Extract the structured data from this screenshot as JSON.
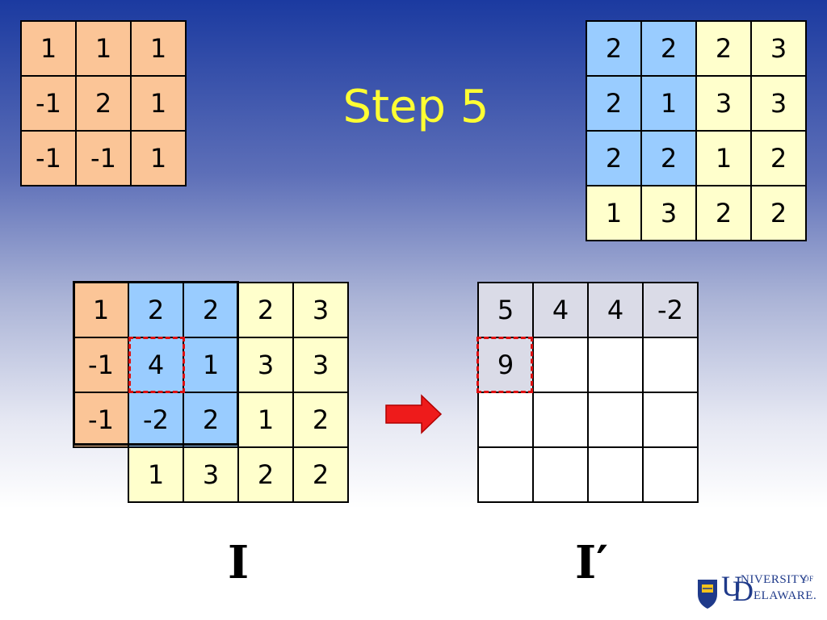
{
  "title": "Step 5",
  "kernel": [
    [
      "1",
      "1",
      "1"
    ],
    [
      "-1",
      "2",
      "1"
    ],
    [
      "-1",
      "-1",
      "1"
    ]
  ],
  "image_grid": [
    [
      "2",
      "2",
      "2",
      "3"
    ],
    [
      "2",
      "1",
      "3",
      "3"
    ],
    [
      "2",
      "2",
      "1",
      "2"
    ],
    [
      "1",
      "3",
      "2",
      "2"
    ]
  ],
  "overlay_grid": [
    [
      "1",
      "2",
      "2",
      "2",
      "3"
    ],
    [
      "-1",
      "4",
      "1",
      "3",
      "3"
    ],
    [
      "-1",
      "-2",
      "2",
      "1",
      "2"
    ],
    [
      "",
      "1",
      "3",
      "2",
      "2"
    ]
  ],
  "output_grid": [
    [
      "5",
      "4",
      "4",
      "-2"
    ],
    [
      "9",
      "",
      "",
      ""
    ],
    [
      "",
      "",
      "",
      ""
    ],
    [
      "",
      "",
      "",
      ""
    ]
  ],
  "label_input": "I",
  "label_output": "I′",
  "logo": {
    "big_u": "U",
    "rest1": "NIVERSITY",
    "of": "OF",
    "big_d": "D",
    "rest2": "ELAWARE."
  },
  "colors": {
    "kernel": "#fbc597",
    "blue": "#99ccff",
    "yellow": "#ffffcc",
    "highlight": "#e01010",
    "title": "#ffff33"
  }
}
